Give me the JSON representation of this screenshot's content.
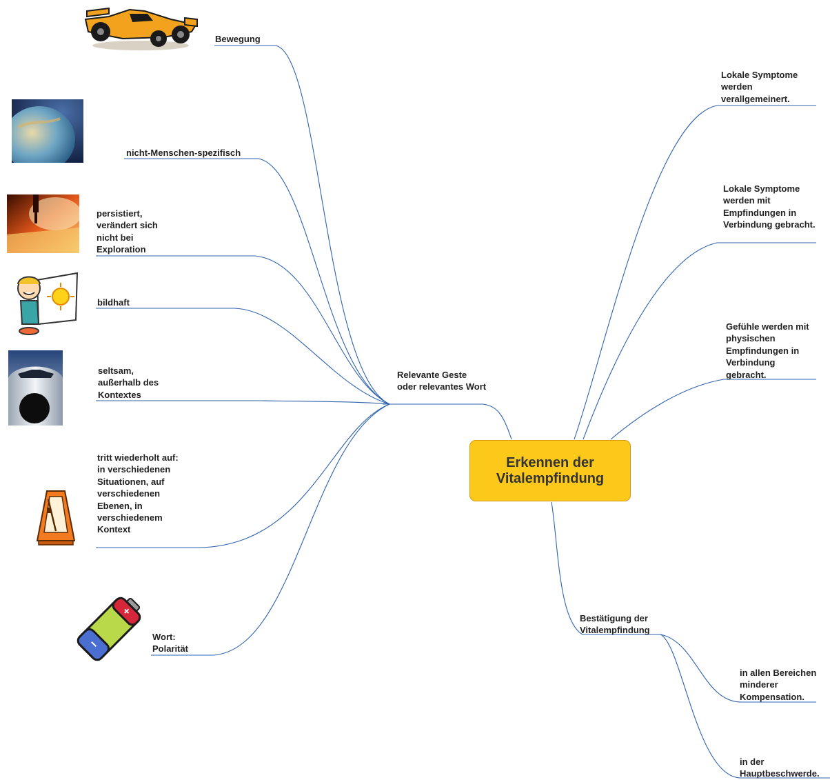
{
  "map": {
    "root_label": "Erkennen der Vitalempfindung",
    "colors": {
      "branch_line": "#2f62ad",
      "root_fill": "#fcc91a",
      "root_border": "#d49a10",
      "text": "#222222"
    },
    "left_branch": {
      "label": "Relevante Geste oder relevantes Wort",
      "children": [
        {
          "label": "Bewegung",
          "image": "race-car-image"
        },
        {
          "label": "nicht-Menschen-spezifisch",
          "image": "globe-image"
        },
        {
          "label": "persistiert, verändert sich nicht bei Exploration",
          "image": "drill-image"
        },
        {
          "label": "bildhaft",
          "image": "child-drawing-image"
        },
        {
          "label": "seltsam, außerhalb des Kontextes",
          "image": "airplane-nose-image"
        },
        {
          "label": "tritt wiederholt auf: in verschiedenen Situationen, auf verschiedenen Ebenen, in verschiedenem Kontext",
          "image": "metronome-image"
        },
        {
          "label": "Wort: Polarität",
          "image": "battery-image"
        }
      ]
    },
    "right_topics": [
      {
        "label": "Lokale Symptome werden verallgemeinert."
      },
      {
        "label": "Lokale Symptome werden mit Empfindungen in Verbindung gebracht."
      },
      {
        "label": "Gefühle werden mit physischen Empfindungen in Verbindung gebracht."
      }
    ],
    "bottom_branch": {
      "label": "Bestätigung der Vitalempfindung",
      "children": [
        {
          "label": "in allen Bereichen minderer Kompensation."
        },
        {
          "label": "in der Hauptbeschwerde."
        }
      ]
    }
  }
}
